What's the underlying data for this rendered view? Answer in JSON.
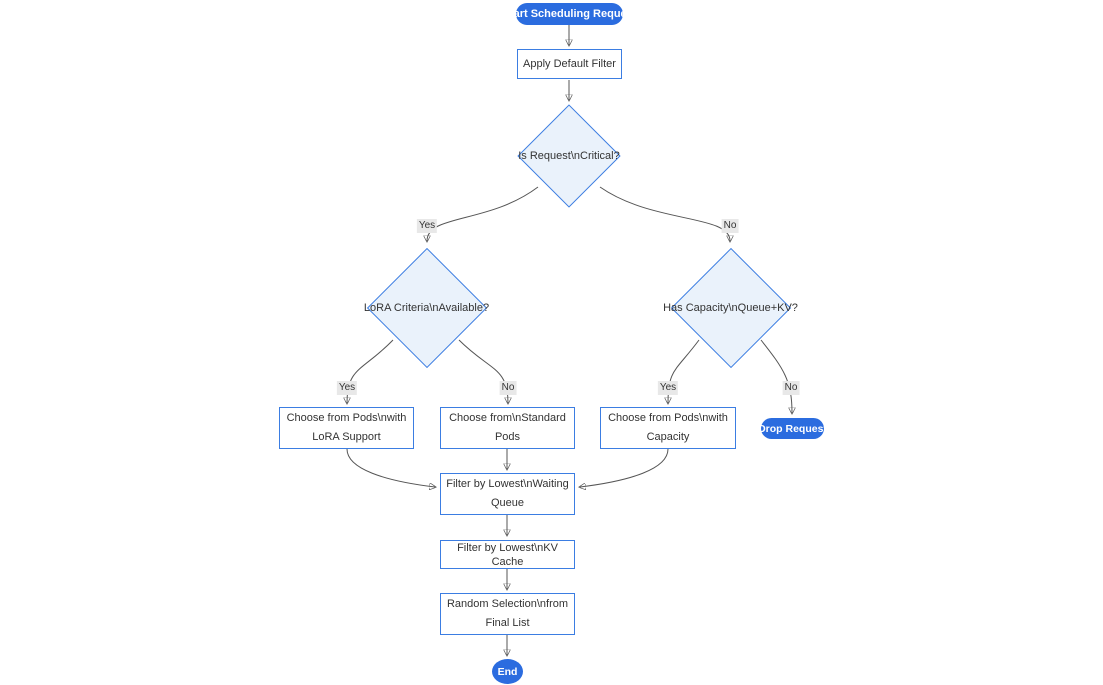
{
  "diagram": {
    "type": "flowchart",
    "direction": "top-down",
    "colors": {
      "background": "#ffffff",
      "pill_fill": "#2b6cdf",
      "pill_text": "#ffffff",
      "node_border": "#3b7de2",
      "diamond_fill": "#eaf2fb",
      "rect_fill": "#ffffff",
      "node_text": "#333333",
      "edge_stroke": "#555555",
      "arrowhead": "#333333",
      "edge_label_bg": "#e8e8e8",
      "edge_label_text": "#333333"
    },
    "nodes": {
      "start": {
        "type": "stadium",
        "label": "Start Scheduling Request"
      },
      "apply_filter": {
        "type": "rect",
        "label": "Apply Default Filter"
      },
      "is_critical": {
        "type": "diamond",
        "label": "Is Request\\nCritical?"
      },
      "lora_criteria": {
        "type": "diamond",
        "label": "LoRA Criteria\\nAvailable?"
      },
      "has_capacity": {
        "type": "diamond",
        "label": "Has Capacity\\nQueue+KV?"
      },
      "choose_lora_pods": {
        "type": "rect",
        "lines": [
          "Choose from Pods\\nwith",
          "LoRA Support"
        ]
      },
      "choose_standard_pods": {
        "type": "rect",
        "lines": [
          "Choose from\\nStandard",
          "Pods"
        ]
      },
      "choose_capacity_pods": {
        "type": "rect",
        "lines": [
          "Choose from Pods\\nwith",
          "Capacity"
        ]
      },
      "drop_request": {
        "type": "stadium",
        "label": "Drop Request"
      },
      "filter_waiting_queue": {
        "type": "rect",
        "lines": [
          "Filter by Lowest\\nWaiting",
          "Queue"
        ]
      },
      "filter_kv_cache": {
        "type": "rect",
        "label": "Filter by Lowest\\nKV Cache"
      },
      "random_selection": {
        "type": "rect",
        "lines": [
          "Random Selection\\nfrom",
          "Final List"
        ]
      },
      "end": {
        "type": "circle",
        "label": "End"
      }
    },
    "edge_labels": {
      "critical_yes": "Yes",
      "critical_no": "No",
      "lora_yes": "Yes",
      "lora_no": "No",
      "capacity_yes": "Yes",
      "capacity_no": "No"
    }
  }
}
